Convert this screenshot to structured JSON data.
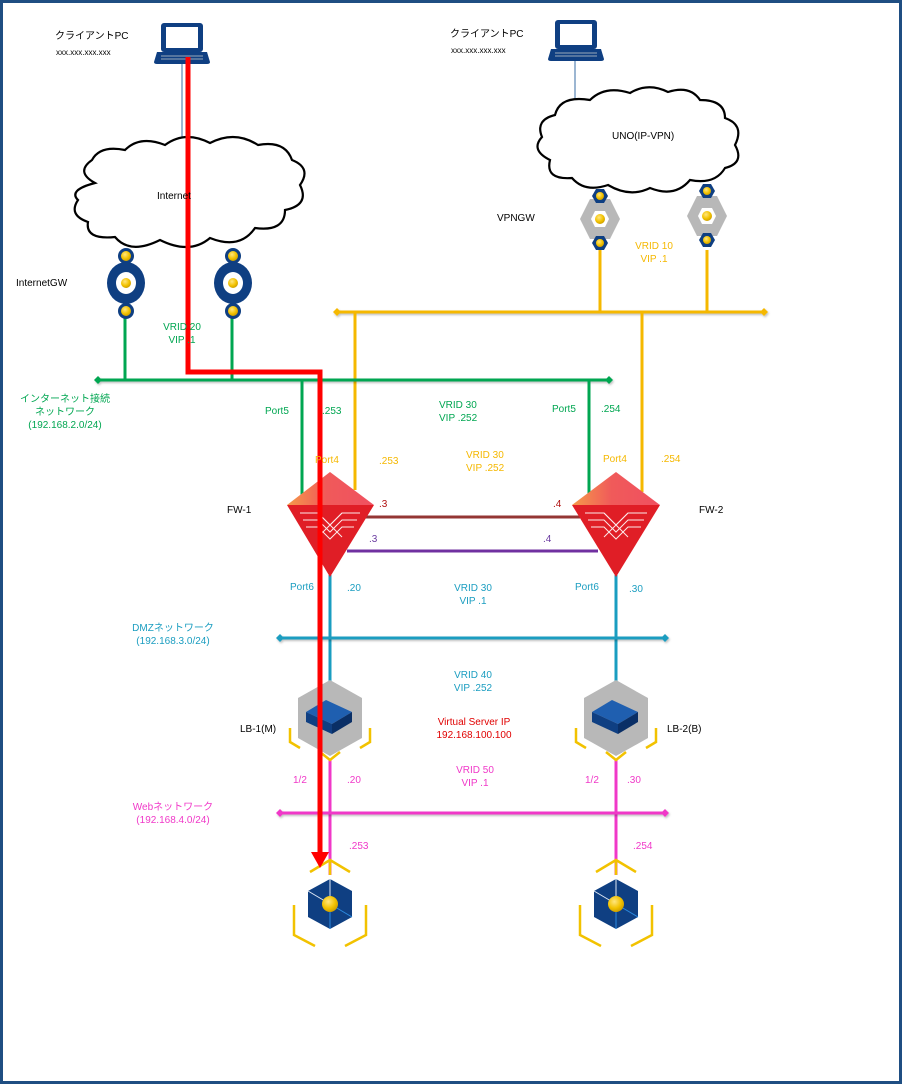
{
  "diagram": {
    "title": "Network topology with redundant FW / LB and client access path",
    "colors": {
      "frame": "#1f4e82",
      "internet_net": "#00a651",
      "vpn_net": "#f5b800",
      "dmz_net": "#1a9dc0",
      "web_net": "#f038c8",
      "fw_sync_1": "#943634",
      "fw_sync_2": "#7030a0",
      "access_path": "#ff0000",
      "device_blue": "#0f3f82",
      "device_gold": "#f2c200"
    },
    "clients": [
      {
        "label": "クライアントPC",
        "ip": "xxx.xxx.xxx.xxx"
      },
      {
        "label": "クライアントPC",
        "ip": "xxx.xxx.xxx.xxx"
      }
    ],
    "clouds": {
      "internet": "Internet",
      "vpn": "UNO(IP-VPN)"
    },
    "gateways": {
      "internet_gw": "InternetGW",
      "vpn_gw": "VPNGW"
    },
    "vrrp": {
      "internet_gw": {
        "vrid": "VRID 20",
        "vip": "VIP .1"
      },
      "vpn_gw": {
        "vrid": "VRID 10",
        "vip": "VIP .1"
      },
      "fw_internet": {
        "vrid": "VRID 30",
        "vip": "VIP .252"
      },
      "fw_vpn": {
        "vrid": "VRID 30",
        "vip": "VIP .252"
      },
      "fw_dmz": {
        "vrid": "VRID 30",
        "vip": "VIP .1"
      },
      "lb_dmz": {
        "vrid": "VRID 40",
        "vip": "VIP .252"
      },
      "lb_web": {
        "vrid": "VRID 50",
        "vip": "VIP .1"
      }
    },
    "networks": {
      "internet": {
        "name": "インターネット接続",
        "name2": "ネットワーク",
        "cidr": "(192.168.2.0/24)"
      },
      "dmz": {
        "name": "DMZネットワーク",
        "cidr": "(192.168.3.0/24)"
      },
      "web": {
        "name": "Webネットワーク",
        "cidr": "(192.168.4.0/24)"
      }
    },
    "firewalls": [
      {
        "name": "FW-1",
        "port5": "Port5",
        "port5_ip": ".253",
        "port4": "Port4",
        "port4_ip": ".253",
        "sync1_ip": ".3",
        "sync2_ip": ".3",
        "port6": "Port6",
        "port6_ip": ".20"
      },
      {
        "name": "FW-2",
        "port5": "Port5",
        "port5_ip": ".254",
        "port4": "Port4",
        "port4_ip": ".254",
        "sync1_ip": ".4",
        "sync2_ip": ".4",
        "port6": "Port6",
        "port6_ip": ".30"
      }
    ],
    "load_balancers": [
      {
        "name": "LB-1(M)",
        "port": "1/2",
        "ip": ".20"
      },
      {
        "name": "LB-2(B)",
        "port": "1/2",
        "ip": ".30"
      }
    ],
    "virtual_server": {
      "label": "Virtual Server IP",
      "ip": "192.168.100.100"
    },
    "web_servers": [
      {
        "ip": ".253"
      },
      {
        "ip": ".254"
      }
    ]
  }
}
